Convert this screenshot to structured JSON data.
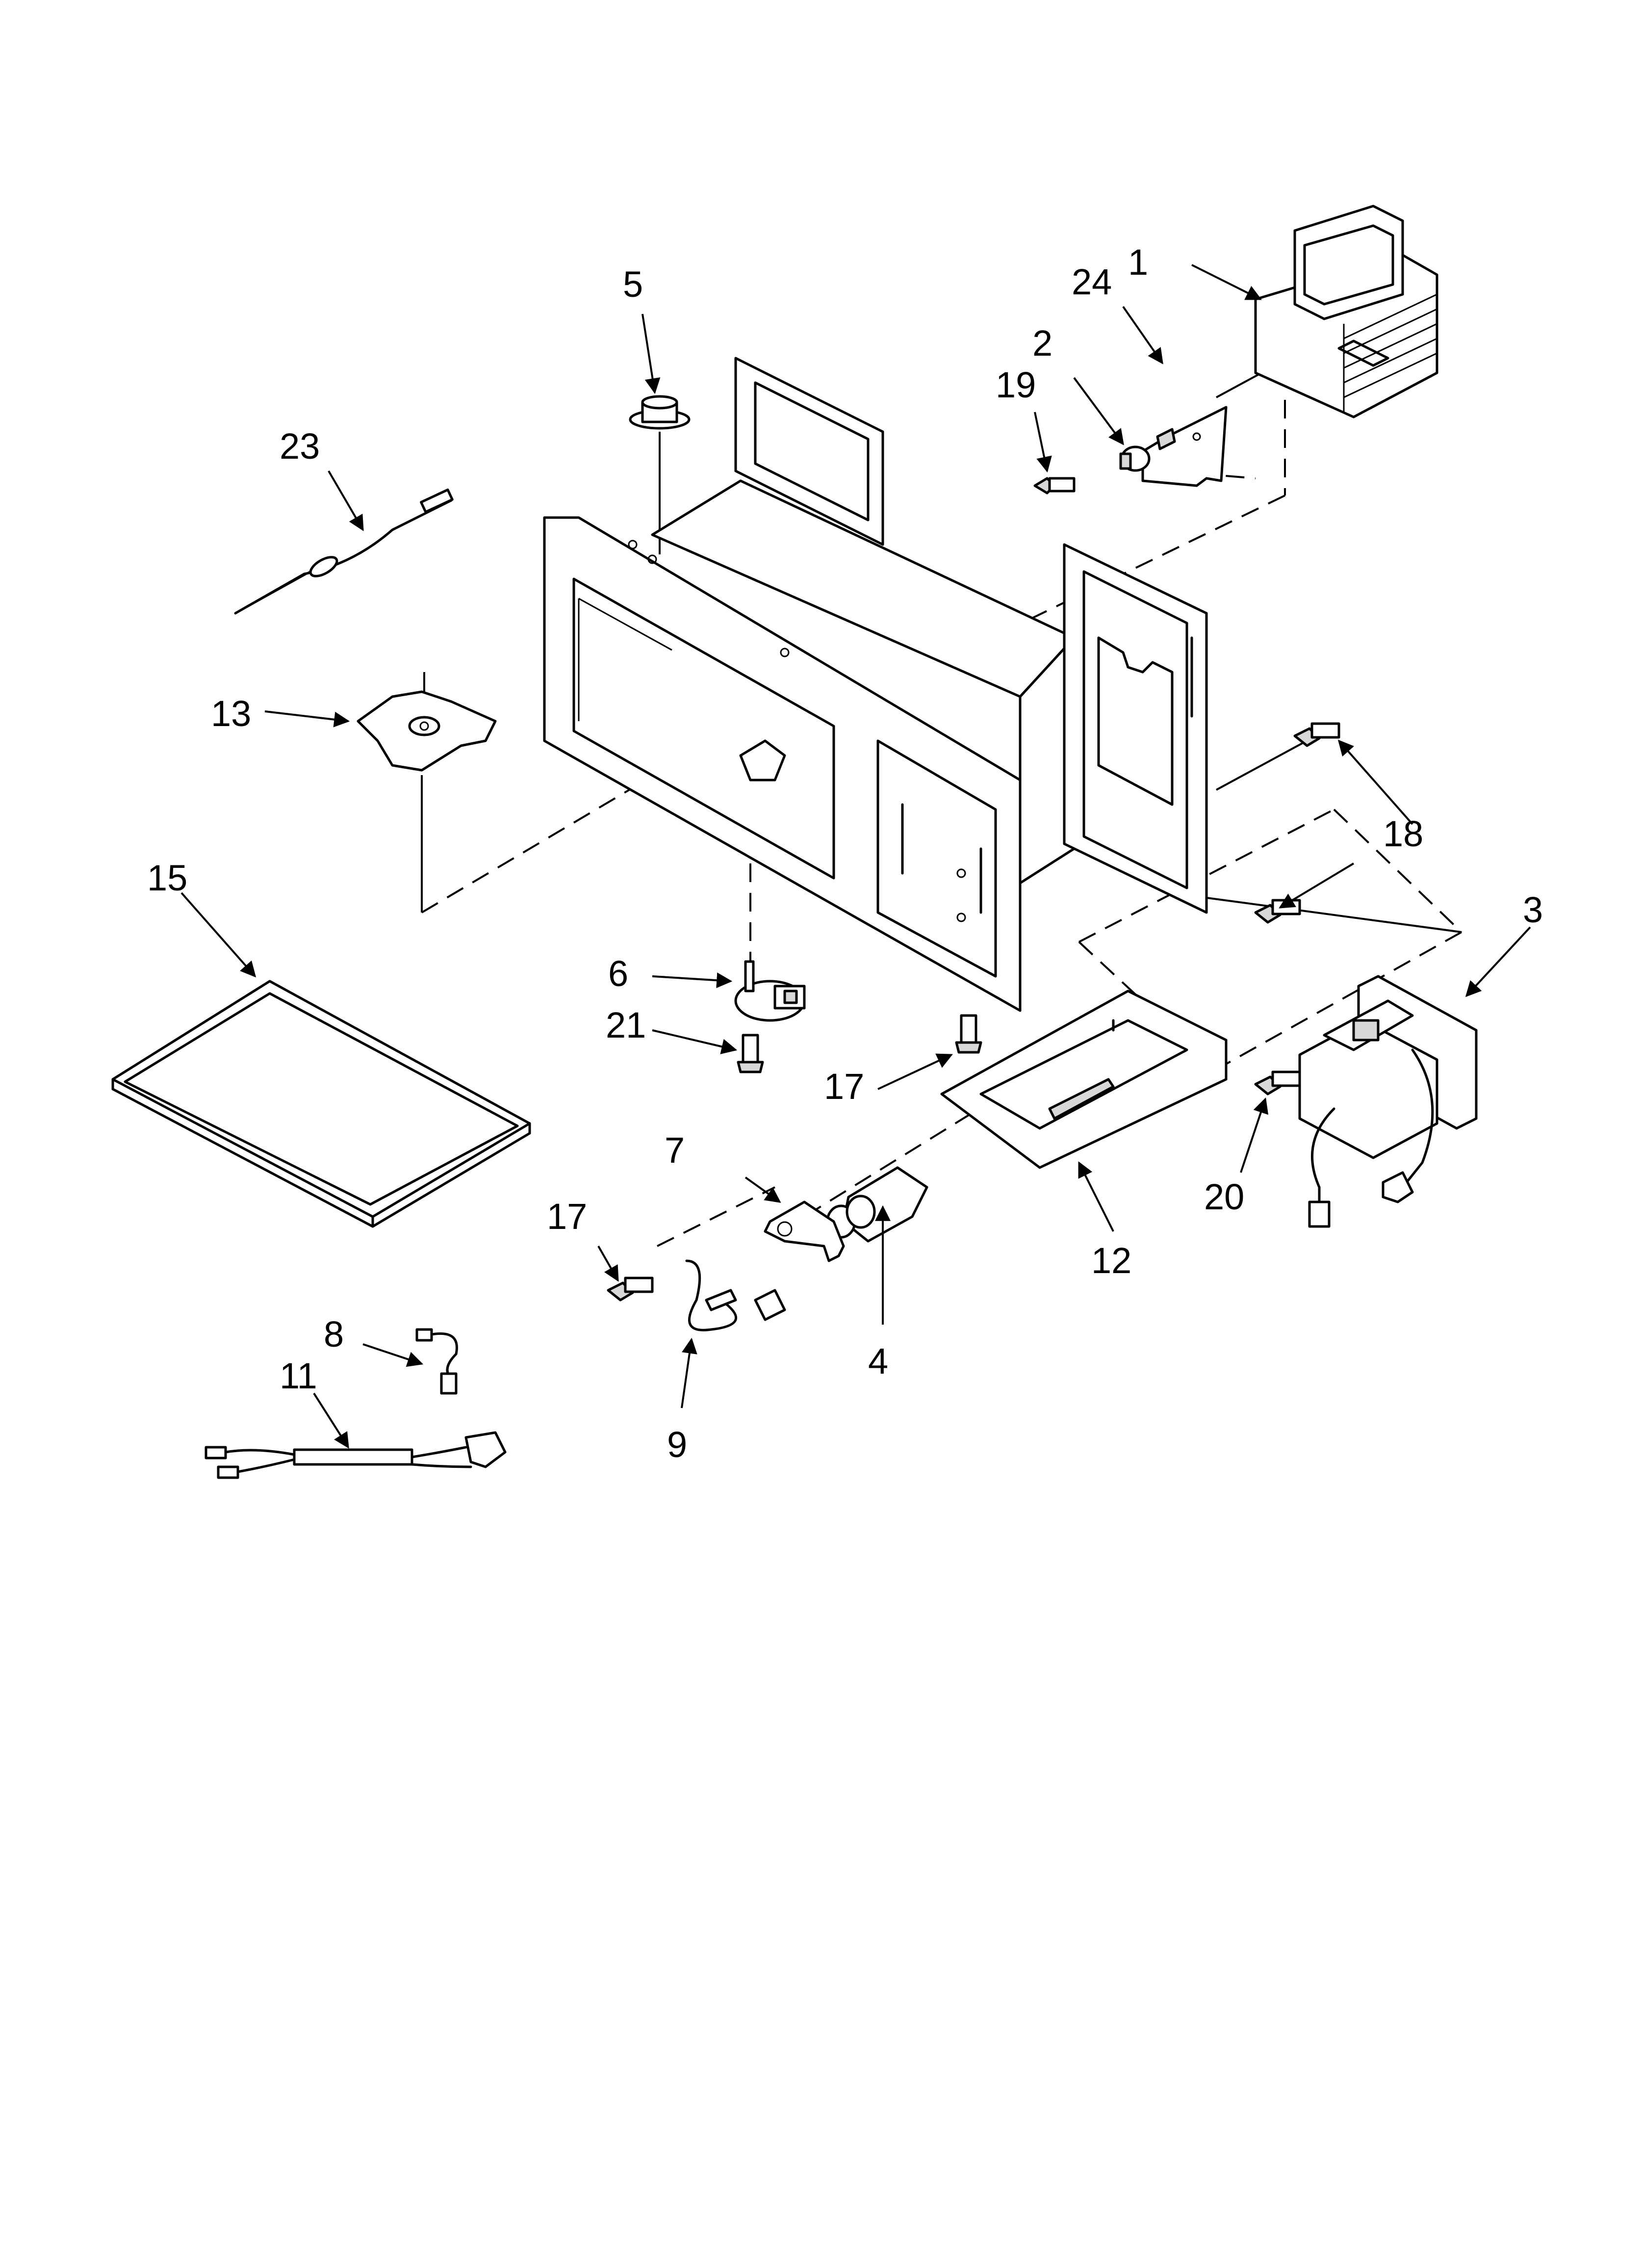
{
  "diagram": {
    "callouts": {
      "c1": "1",
      "c2": "2",
      "c3": "3",
      "c4": "4",
      "c5": "5",
      "c6": "6",
      "c7": "7",
      "c8": "8",
      "c9": "9",
      "c11": "11",
      "c12": "12",
      "c13": "13",
      "c15": "15",
      "c17a": "17",
      "c17b": "17",
      "c18": "18",
      "c19": "19",
      "c20": "20",
      "c21": "21",
      "c23": "23",
      "c24": "24"
    }
  }
}
